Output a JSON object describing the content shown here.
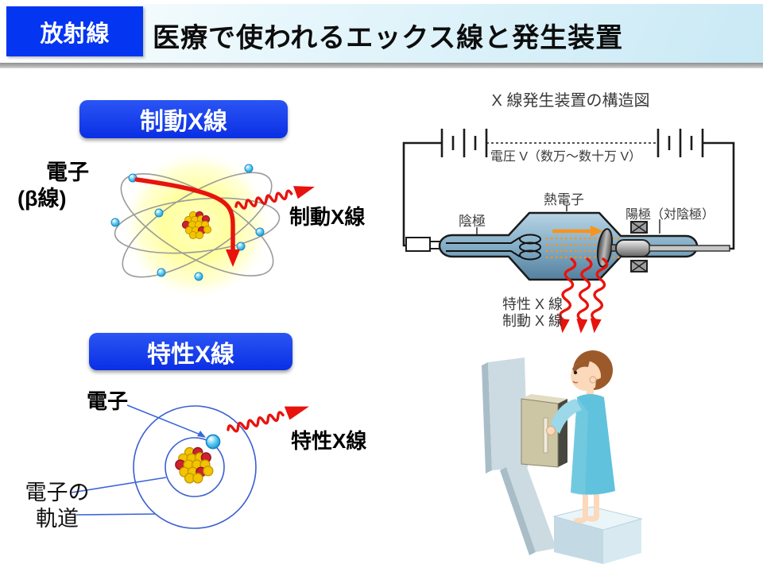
{
  "header": {
    "category_badge": "放射線",
    "title": "医療で使われるエックス線と発生装置"
  },
  "bremsstrahlung": {
    "heading": "制動X線",
    "incident_electron_line1": "電子",
    "incident_electron_line2": "(β線)",
    "xray_label": "制動X線"
  },
  "characteristic": {
    "heading": "特性X線",
    "electron_label": "電子",
    "xray_label": "特性X線",
    "orbit_label_line1": "電子の",
    "orbit_label_line2": "軌道"
  },
  "generator": {
    "diagram_title": "X 線発生装置の構造図",
    "voltage_label": "電圧 V（数万～数十万 V）",
    "cathode_label": "陰極",
    "thermionic_electron_label": "熱電子",
    "anode_label": "陽極（対陰極）",
    "emitted_xray_line1": "特性 X 線",
    "emitted_xray_line2": "制動 X 線"
  },
  "colors": {
    "badge_blue": "#0435f0",
    "heading_gradient_blue": "#0a2fe4",
    "xray_red": "#e8130d",
    "electron_beam_orange": "#f7941e",
    "tube_steel_blue": "#6f9cbb",
    "orbit_blue": "#3a5fd0",
    "header_light_blue": "#c9e9f5",
    "gown_teal": "#60c2dc"
  }
}
